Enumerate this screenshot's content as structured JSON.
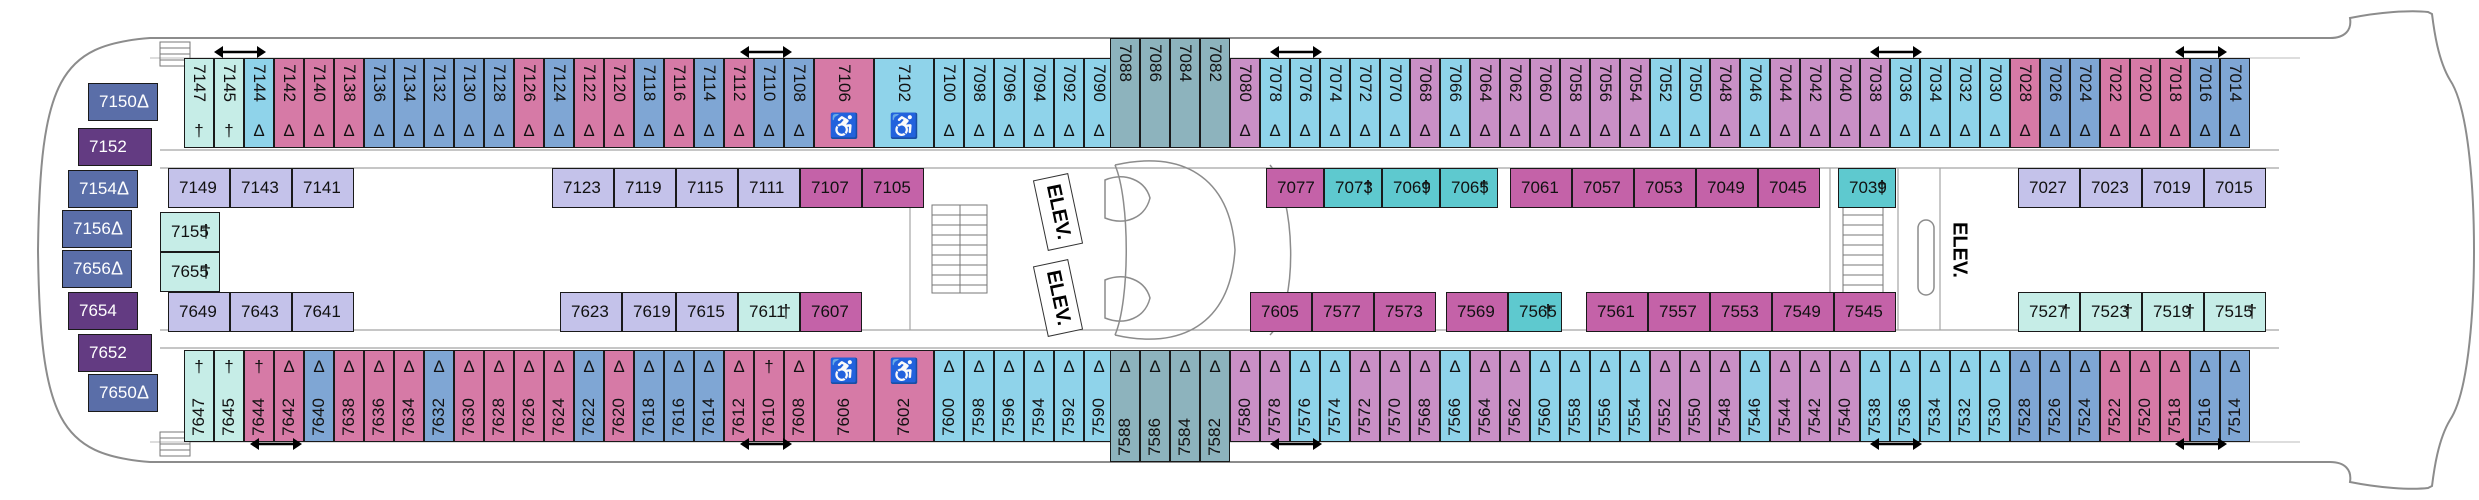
{
  "colors": {
    "hull_line": "#8c8c8c",
    "balcony": "#8fd3ea",
    "oceanview": "#7fa6d4",
    "pink": "#d67aa6",
    "mauve": "#c990c6",
    "magenta": "#c462a8",
    "interior": "#c4c2ea",
    "teal": "#5ec9cf",
    "mint": "#c6ede7",
    "suite_blue": "#5a6ea8",
    "suite_purple": "#633b82",
    "elev_column": "#8db3bd"
  },
  "symbols": {
    "delta": "Δ",
    "dagger": "†",
    "accessible": "♿"
  },
  "elevators": {
    "label": "ELEV."
  },
  "cabins": {
    "suites_fore": [
      {
        "n": "7150",
        "s": "Δ",
        "c": "suite_blue"
      },
      {
        "n": "7152",
        "s": "",
        "c": "suite_purple"
      },
      {
        "n": "7154",
        "s": "Δ",
        "c": "suite_blue"
      },
      {
        "n": "7156",
        "s": "Δ",
        "c": "suite_blue"
      },
      {
        "n": "7656",
        "s": "Δ",
        "c": "suite_blue"
      },
      {
        "n": "7654",
        "s": "",
        "c": "suite_purple"
      },
      {
        "n": "7652",
        "s": "",
        "c": "suite_purple"
      },
      {
        "n": "7650",
        "s": "Δ",
        "c": "suite_blue"
      }
    ],
    "top_fore": [
      {
        "n": "7147",
        "s": "†",
        "c": "mint"
      },
      {
        "n": "7145",
        "s": "†",
        "c": "mint"
      },
      {
        "n": "7144",
        "s": "Δ",
        "c": "balcony"
      },
      {
        "n": "7142",
        "s": "Δ",
        "c": "pink"
      },
      {
        "n": "7140",
        "s": "Δ",
        "c": "pink"
      },
      {
        "n": "7138",
        "s": "Δ",
        "c": "pink"
      },
      {
        "n": "7136",
        "s": "Δ",
        "c": "oceanview"
      },
      {
        "n": "7134",
        "s": "Δ",
        "c": "oceanview"
      },
      {
        "n": "7132",
        "s": "Δ",
        "c": "oceanview"
      },
      {
        "n": "7130",
        "s": "Δ",
        "c": "oceanview"
      },
      {
        "n": "7128",
        "s": "Δ",
        "c": "oceanview"
      },
      {
        "n": "7126",
        "s": "Δ",
        "c": "pink"
      },
      {
        "n": "7124",
        "s": "Δ",
        "c": "oceanview"
      },
      {
        "n": "7122",
        "s": "Δ",
        "c": "pink"
      },
      {
        "n": "7120",
        "s": "Δ",
        "c": "pink"
      },
      {
        "n": "7118",
        "s": "Δ",
        "c": "oceanview"
      },
      {
        "n": "7116",
        "s": "Δ",
        "c": "pink"
      },
      {
        "n": "7114",
        "s": "Δ",
        "c": "oceanview"
      },
      {
        "n": "7112",
        "s": "Δ",
        "c": "pink"
      },
      {
        "n": "7110",
        "s": "Δ",
        "c": "oceanview"
      },
      {
        "n": "7108",
        "s": "Δ",
        "c": "oceanview"
      },
      {
        "n": "7106",
        "s": "♿",
        "c": "pink",
        "w": 2
      },
      {
        "n": "7102",
        "s": "♿",
        "c": "balcony",
        "w": 2
      },
      {
        "n": "7100",
        "s": "Δ",
        "c": "balcony"
      },
      {
        "n": "7098",
        "s": "Δ",
        "c": "balcony"
      },
      {
        "n": "7096",
        "s": "Δ",
        "c": "balcony"
      },
      {
        "n": "7094",
        "s": "Δ",
        "c": "balcony"
      },
      {
        "n": "7092",
        "s": "Δ",
        "c": "balcony"
      },
      {
        "n": "7090",
        "s": "Δ",
        "c": "balcony"
      }
    ],
    "top_mid": [
      {
        "n": "7088",
        "s": "",
        "c": "elev_column"
      },
      {
        "n": "7086",
        "s": "",
        "c": "elev_column"
      },
      {
        "n": "7084",
        "s": "",
        "c": "elev_column"
      },
      {
        "n": "7082",
        "s": "",
        "c": "elev_column"
      }
    ],
    "top_aft": [
      {
        "n": "7080",
        "s": "Δ",
        "c": "mauve"
      },
      {
        "n": "7078",
        "s": "Δ",
        "c": "balcony"
      },
      {
        "n": "7076",
        "s": "Δ",
        "c": "balcony"
      },
      {
        "n": "7074",
        "s": "Δ",
        "c": "balcony"
      },
      {
        "n": "7072",
        "s": "Δ",
        "c": "balcony"
      },
      {
        "n": "7070",
        "s": "Δ",
        "c": "balcony"
      },
      {
        "n": "7068",
        "s": "Δ",
        "c": "mauve"
      },
      {
        "n": "7066",
        "s": "Δ",
        "c": "balcony"
      },
      {
        "n": "7064",
        "s": "Δ",
        "c": "mauve"
      },
      {
        "n": "7062",
        "s": "Δ",
        "c": "mauve"
      },
      {
        "n": "7060",
        "s": "Δ",
        "c": "mauve"
      },
      {
        "n": "7058",
        "s": "Δ",
        "c": "mauve"
      },
      {
        "n": "7056",
        "s": "Δ",
        "c": "mauve"
      },
      {
        "n": "7054",
        "s": "Δ",
        "c": "mauve"
      },
      {
        "n": "7052",
        "s": "Δ",
        "c": "balcony"
      },
      {
        "n": "7050",
        "s": "Δ",
        "c": "balcony"
      },
      {
        "n": "7048",
        "s": "Δ",
        "c": "mauve"
      },
      {
        "n": "7046",
        "s": "Δ",
        "c": "balcony"
      },
      {
        "n": "7044",
        "s": "Δ",
        "c": "mauve"
      },
      {
        "n": "7042",
        "s": "Δ",
        "c": "mauve"
      },
      {
        "n": "7040",
        "s": "Δ",
        "c": "mauve"
      },
      {
        "n": "7038",
        "s": "Δ",
        "c": "mauve"
      },
      {
        "n": "7036",
        "s": "Δ",
        "c": "balcony"
      },
      {
        "n": "7034",
        "s": "Δ",
        "c": "balcony"
      },
      {
        "n": "7032",
        "s": "Δ",
        "c": "balcony"
      },
      {
        "n": "7030",
        "s": "Δ",
        "c": "balcony"
      },
      {
        "n": "7028",
        "s": "Δ",
        "c": "pink"
      },
      {
        "n": "7026",
        "s": "Δ",
        "c": "oceanview"
      },
      {
        "n": "7024",
        "s": "Δ",
        "c": "oceanview"
      },
      {
        "n": "7022",
        "s": "Δ",
        "c": "pink"
      },
      {
        "n": "7020",
        "s": "Δ",
        "c": "pink"
      },
      {
        "n": "7018",
        "s": "Δ",
        "c": "pink"
      },
      {
        "n": "7016",
        "s": "Δ",
        "c": "oceanview"
      },
      {
        "n": "7014",
        "s": "Δ",
        "c": "oceanview"
      }
    ],
    "bottom_fore": [
      {
        "n": "7647",
        "s": "†",
        "c": "mint"
      },
      {
        "n": "7645",
        "s": "†",
        "c": "mint"
      },
      {
        "n": "7644",
        "s": "†",
        "c": "pink"
      },
      {
        "n": "7642",
        "s": "Δ",
        "c": "pink"
      },
      {
        "n": "7640",
        "s": "Δ",
        "c": "oceanview"
      },
      {
        "n": "7638",
        "s": "Δ",
        "c": "pink"
      },
      {
        "n": "7636",
        "s": "Δ",
        "c": "pink"
      },
      {
        "n": "7634",
        "s": "Δ",
        "c": "pink"
      },
      {
        "n": "7632",
        "s": "Δ",
        "c": "oceanview"
      },
      {
        "n": "7630",
        "s": "Δ",
        "c": "pink"
      },
      {
        "n": "7628",
        "s": "Δ",
        "c": "pink"
      },
      {
        "n": "7626",
        "s": "Δ",
        "c": "pink"
      },
      {
        "n": "7624",
        "s": "Δ",
        "c": "pink"
      },
      {
        "n": "7622",
        "s": "Δ",
        "c": "oceanview"
      },
      {
        "n": "7620",
        "s": "Δ",
        "c": "pink"
      },
      {
        "n": "7618",
        "s": "Δ",
        "c": "oceanview"
      },
      {
        "n": "7616",
        "s": "Δ",
        "c": "oceanview"
      },
      {
        "n": "7614",
        "s": "Δ",
        "c": "oceanview"
      },
      {
        "n": "7612",
        "s": "Δ",
        "c": "pink"
      },
      {
        "n": "7610",
        "s": "†",
        "c": "pink"
      },
      {
        "n": "7608",
        "s": "Δ",
        "c": "pink"
      },
      {
        "n": "7606",
        "s": "♿",
        "c": "pink",
        "w": 2
      },
      {
        "n": "7602",
        "s": "♿",
        "c": "pink",
        "w": 2
      },
      {
        "n": "7600",
        "s": "Δ",
        "c": "balcony"
      },
      {
        "n": "7598",
        "s": "Δ",
        "c": "balcony"
      },
      {
        "n": "7596",
        "s": "Δ",
        "c": "balcony"
      },
      {
        "n": "7594",
        "s": "Δ",
        "c": "balcony"
      },
      {
        "n": "7592",
        "s": "Δ",
        "c": "balcony"
      },
      {
        "n": "7590",
        "s": "Δ",
        "c": "balcony"
      }
    ],
    "bottom_mid": [
      {
        "n": "7588",
        "s": "Δ",
        "c": "elev_column"
      },
      {
        "n": "7586",
        "s": "Δ",
        "c": "elev_column"
      },
      {
        "n": "7584",
        "s": "Δ",
        "c": "elev_column"
      },
      {
        "n": "7582",
        "s": "Δ",
        "c": "elev_column"
      }
    ],
    "bottom_aft": [
      {
        "n": "7580",
        "s": "Δ",
        "c": "mauve"
      },
      {
        "n": "7578",
        "s": "Δ",
        "c": "mauve"
      },
      {
        "n": "7576",
        "s": "Δ",
        "c": "balcony"
      },
      {
        "n": "7574",
        "s": "Δ",
        "c": "balcony"
      },
      {
        "n": "7572",
        "s": "Δ",
        "c": "mauve"
      },
      {
        "n": "7570",
        "s": "Δ",
        "c": "mauve"
      },
      {
        "n": "7568",
        "s": "Δ",
        "c": "mauve"
      },
      {
        "n": "7566",
        "s": "Δ",
        "c": "balcony"
      },
      {
        "n": "7564",
        "s": "Δ",
        "c": "mauve"
      },
      {
        "n": "7562",
        "s": "Δ",
        "c": "mauve"
      },
      {
        "n": "7560",
        "s": "Δ",
        "c": "balcony"
      },
      {
        "n": "7558",
        "s": "Δ",
        "c": "balcony"
      },
      {
        "n": "7556",
        "s": "Δ",
        "c": "balcony"
      },
      {
        "n": "7554",
        "s": "Δ",
        "c": "balcony"
      },
      {
        "n": "7552",
        "s": "Δ",
        "c": "mauve"
      },
      {
        "n": "7550",
        "s": "Δ",
        "c": "mauve"
      },
      {
        "n": "7548",
        "s": "Δ",
        "c": "mauve"
      },
      {
        "n": "7546",
        "s": "Δ",
        "c": "balcony"
      },
      {
        "n": "7544",
        "s": "Δ",
        "c": "mauve"
      },
      {
        "n": "7542",
        "s": "Δ",
        "c": "mauve"
      },
      {
        "n": "7540",
        "s": "Δ",
        "c": "mauve"
      },
      {
        "n": "7538",
        "s": "Δ",
        "c": "balcony"
      },
      {
        "n": "7536",
        "s": "Δ",
        "c": "balcony"
      },
      {
        "n": "7534",
        "s": "Δ",
        "c": "balcony"
      },
      {
        "n": "7532",
        "s": "Δ",
        "c": "balcony"
      },
      {
        "n": "7530",
        "s": "Δ",
        "c": "balcony"
      },
      {
        "n": "7528",
        "s": "Δ",
        "c": "oceanview"
      },
      {
        "n": "7526",
        "s": "Δ",
        "c": "oceanview"
      },
      {
        "n": "7524",
        "s": "Δ",
        "c": "oceanview"
      },
      {
        "n": "7522",
        "s": "Δ",
        "c": "pink"
      },
      {
        "n": "7520",
        "s": "Δ",
        "c": "pink"
      },
      {
        "n": "7518",
        "s": "Δ",
        "c": "pink"
      },
      {
        "n": "7516",
        "s": "Δ",
        "c": "oceanview"
      },
      {
        "n": "7514",
        "s": "Δ",
        "c": "oceanview"
      }
    ],
    "inner_top": [
      {
        "n": "7149",
        "s": "",
        "c": "interior"
      },
      {
        "n": "7143",
        "s": "",
        "c": "interior"
      },
      {
        "n": "7141",
        "s": "",
        "c": "interior"
      },
      {
        "n": "7123",
        "s": "",
        "c": "interior"
      },
      {
        "n": "7119",
        "s": "",
        "c": "interior"
      },
      {
        "n": "7115",
        "s": "",
        "c": "interior"
      },
      {
        "n": "7111",
        "s": "",
        "c": "interior"
      },
      {
        "n": "7107",
        "s": "",
        "c": "magenta"
      },
      {
        "n": "7105",
        "s": "",
        "c": "magenta"
      },
      {
        "n": "7077",
        "s": "",
        "c": "magenta"
      },
      {
        "n": "7073",
        "s": "†",
        "c": "teal"
      },
      {
        "n": "7069",
        "s": "†",
        "c": "teal"
      },
      {
        "n": "7065",
        "s": "†",
        "c": "teal"
      },
      {
        "n": "7061",
        "s": "",
        "c": "magenta"
      },
      {
        "n": "7057",
        "s": "",
        "c": "magenta"
      },
      {
        "n": "7053",
        "s": "",
        "c": "magenta"
      },
      {
        "n": "7049",
        "s": "",
        "c": "magenta"
      },
      {
        "n": "7045",
        "s": "",
        "c": "magenta"
      },
      {
        "n": "7039",
        "s": "†",
        "c": "teal"
      },
      {
        "n": "7027",
        "s": "",
        "c": "interior"
      },
      {
        "n": "7023",
        "s": "",
        "c": "interior"
      },
      {
        "n": "7019",
        "s": "",
        "c": "interior"
      },
      {
        "n": "7015",
        "s": "",
        "c": "interior"
      }
    ],
    "inner_fore_mid": [
      {
        "n": "7155",
        "s": "†",
        "c": "mint"
      },
      {
        "n": "7655",
        "s": "†",
        "c": "mint"
      }
    ],
    "inner_bottom": [
      {
        "n": "7649",
        "s": "",
        "c": "interior"
      },
      {
        "n": "7643",
        "s": "",
        "c": "interior"
      },
      {
        "n": "7641",
        "s": "",
        "c": "interior"
      },
      {
        "n": "7623",
        "s": "",
        "c": "interior"
      },
      {
        "n": "7619",
        "s": "",
        "c": "interior"
      },
      {
        "n": "7615",
        "s": "",
        "c": "interior"
      },
      {
        "n": "7611",
        "s": "†",
        "c": "mint"
      },
      {
        "n": "7607",
        "s": "",
        "c": "magenta"
      },
      {
        "n": "7605",
        "s": "",
        "c": "magenta"
      },
      {
        "n": "7577",
        "s": "",
        "c": "magenta"
      },
      {
        "n": "7573",
        "s": "",
        "c": "magenta"
      },
      {
        "n": "7569",
        "s": "",
        "c": "magenta"
      },
      {
        "n": "7565",
        "s": "†",
        "c": "teal"
      },
      {
        "n": "7561",
        "s": "",
        "c": "magenta"
      },
      {
        "n": "7557",
        "s": "",
        "c": "magenta"
      },
      {
        "n": "7553",
        "s": "",
        "c": "magenta"
      },
      {
        "n": "7549",
        "s": "",
        "c": "magenta"
      },
      {
        "n": "7545",
        "s": "",
        "c": "magenta"
      },
      {
        "n": "7527",
        "s": "†",
        "c": "mint"
      },
      {
        "n": "7523",
        "s": "†",
        "c": "mint"
      },
      {
        "n": "7519",
        "s": "†",
        "c": "mint"
      },
      {
        "n": "7515",
        "s": "†",
        "c": "mint"
      }
    ]
  }
}
